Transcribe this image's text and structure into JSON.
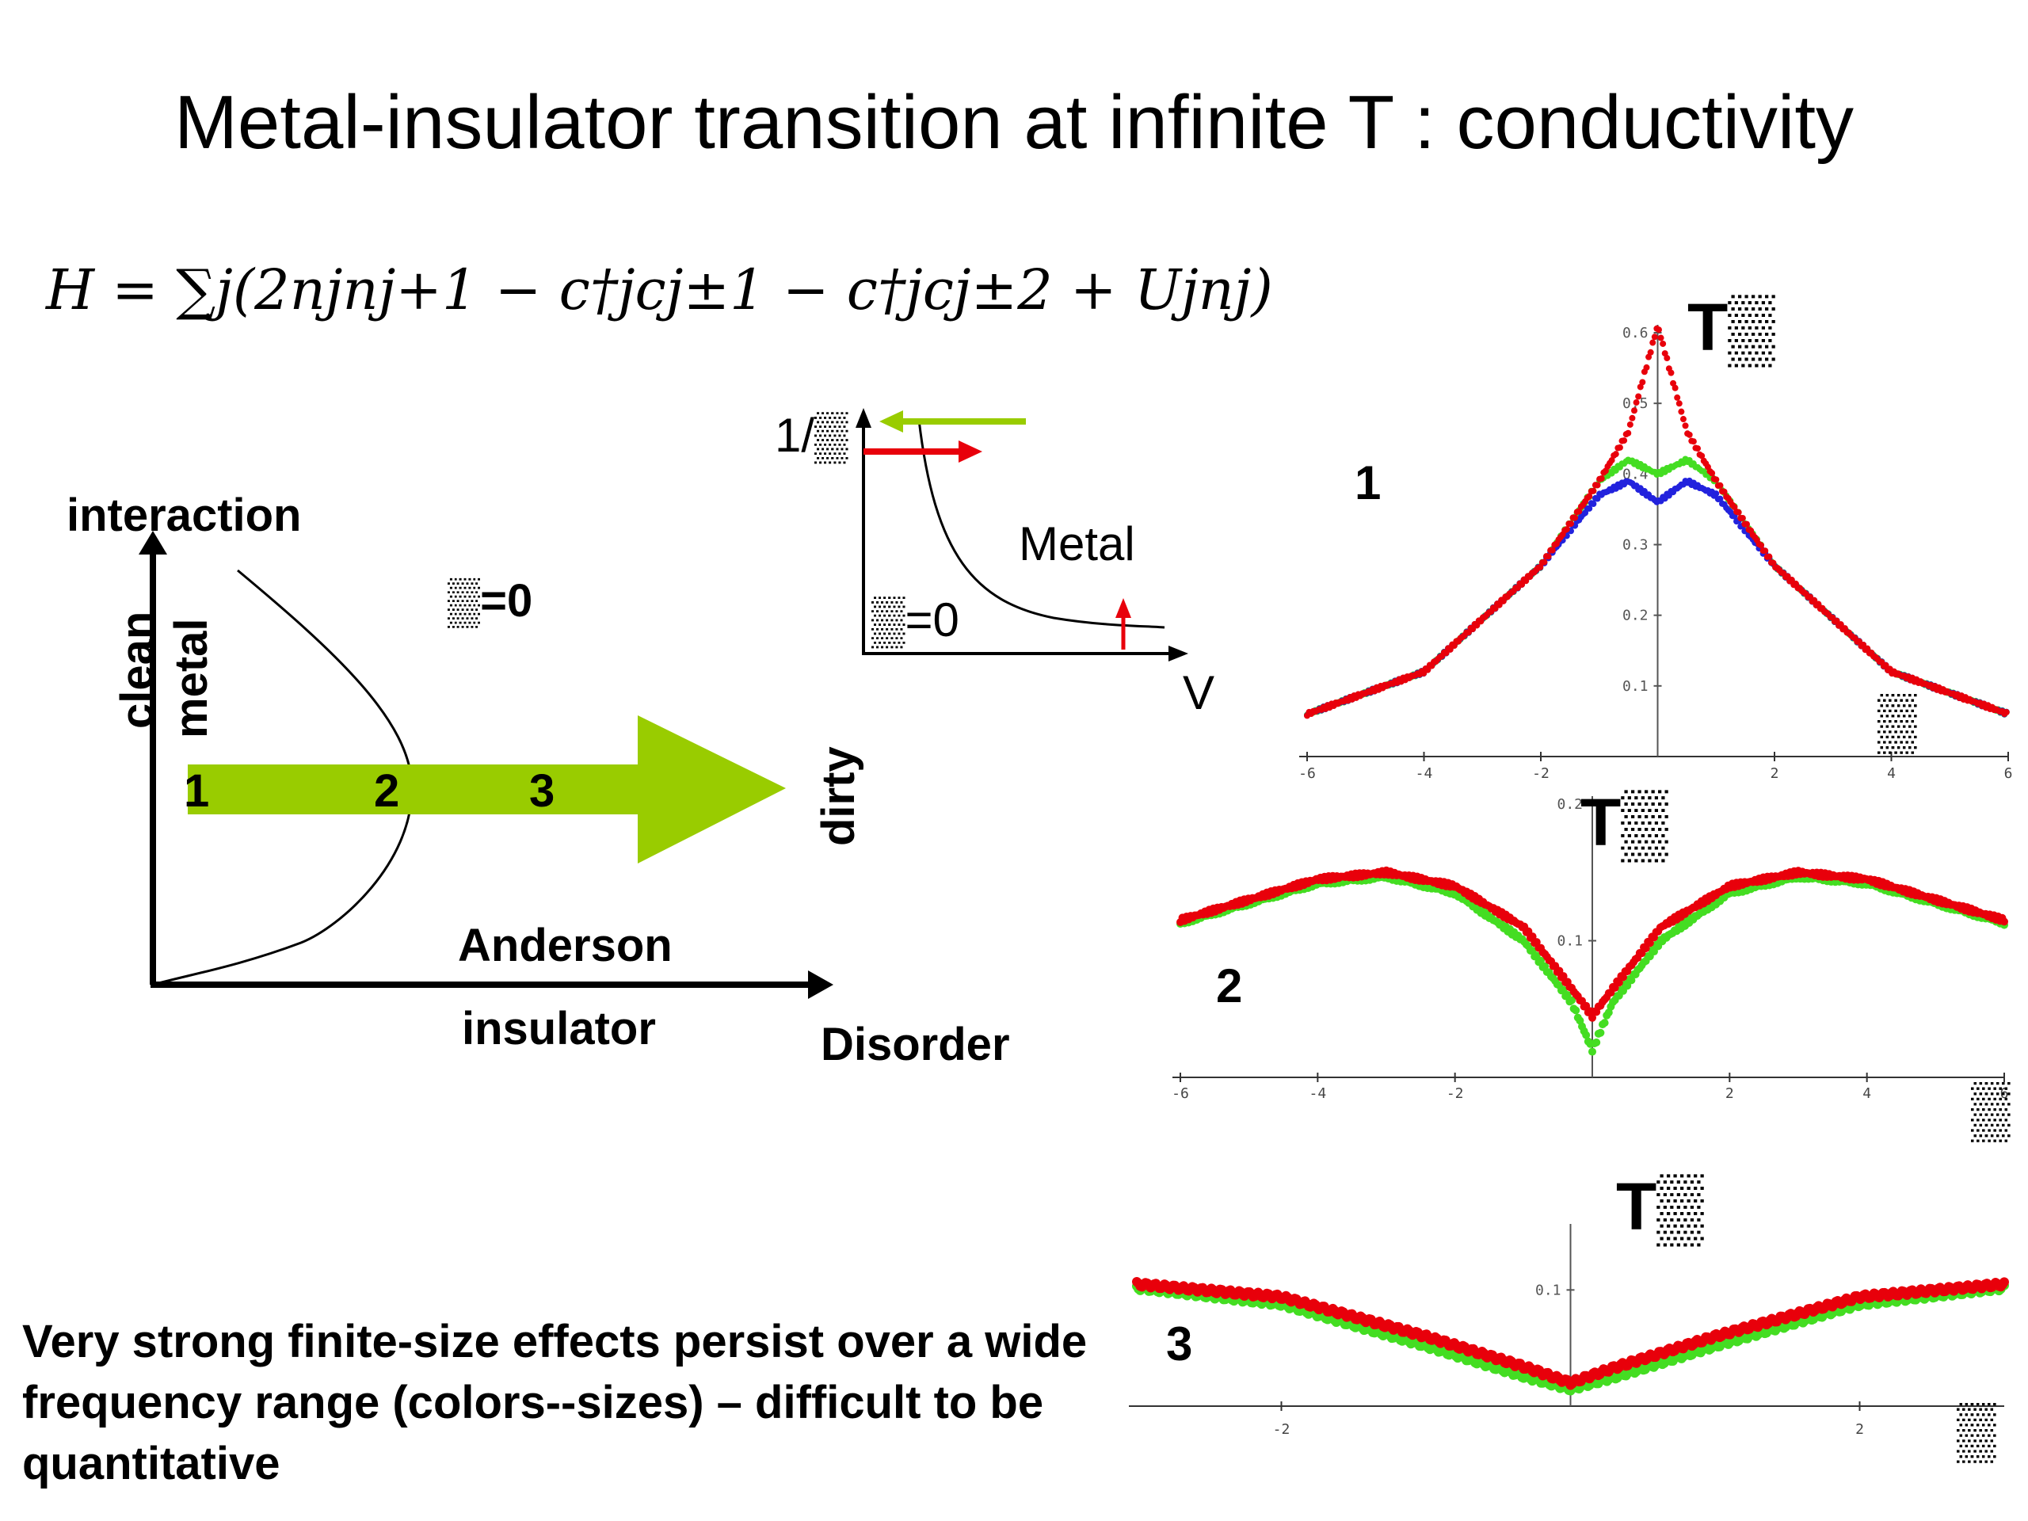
{
  "title": "Metal-insulator transition at infinite T : conductivity",
  "formula": "H = ∑j(2njnj+1 − c†jcj±1 − c†jcj±2 + Ujnj)",
  "phase_diagram": {
    "y_axis_label": "interaction",
    "clean_label": "clean",
    "metal_label": "metal",
    "sigma_zero_label": "▒=0",
    "dirty_label": "dirty",
    "anderson_label": "Anderson",
    "insulator_label": "insulator",
    "x_axis_label": "Disorder",
    "arrow_points": [
      "1",
      "2",
      "3"
    ],
    "arrow_color": "#99cc00"
  },
  "inset": {
    "y_axis_label": "1/▒",
    "x_axis_label": "V",
    "metal_label": "Metal",
    "sigma_zero_label": "▒=0",
    "arrow_colors": [
      "#99cc00",
      "#e8000b",
      "#e8000b"
    ]
  },
  "panels": [
    {
      "id": "1",
      "number_label": "1",
      "t_label": "T▒",
      "omega_label": "▒",
      "x_ticks": [
        "-6",
        "-4",
        "-2",
        "2",
        "4",
        "6"
      ],
      "y_ticks": [
        "0.1",
        "0.2",
        "0.3",
        "0.4",
        "0.5",
        "0.6"
      ]
    },
    {
      "id": "2",
      "number_label": "2",
      "t_label": "T▒",
      "omega_label": "▒",
      "x_ticks": [
        "-6",
        "-4",
        "-2",
        "2",
        "4",
        "6"
      ],
      "y_ticks": [
        "0.2",
        "0.1"
      ]
    },
    {
      "id": "3",
      "number_label": "3",
      "t_label": "T▒",
      "omega_label": "▒",
      "x_ticks": [
        "-2",
        "2"
      ],
      "y_ticks": [
        "0.1"
      ]
    }
  ],
  "series_colors": {
    "red": "#e8000b",
    "green": "#44dd22",
    "blue": "#2222dd"
  },
  "note": "Very strong finite-size effects persist over a wide frequency range (colors--sizes) – difficult to be quantitative",
  "chart_data": [
    {
      "type": "scatter",
      "title": "",
      "xlim": [
        -6,
        6
      ],
      "ylim": [
        0,
        0.6
      ],
      "series": [
        {
          "color": "red",
          "x": [
            -6,
            -4,
            -2,
            -1,
            -0.5,
            0,
            0.5,
            1,
            2,
            4,
            6
          ],
          "y": [
            0.06,
            0.12,
            0.27,
            0.39,
            0.46,
            0.61,
            0.46,
            0.39,
            0.27,
            0.12,
            0.06
          ]
        },
        {
          "color": "green",
          "x": [
            -6,
            -4,
            -2,
            -1,
            -0.5,
            0,
            0.5,
            1,
            2,
            4,
            6
          ],
          "y": [
            0.06,
            0.12,
            0.27,
            0.39,
            0.42,
            0.4,
            0.42,
            0.39,
            0.27,
            0.12,
            0.06
          ]
        },
        {
          "color": "blue",
          "x": [
            -6,
            -4,
            -2,
            -1,
            -0.5,
            0,
            0.5,
            1,
            2,
            4,
            6
          ],
          "y": [
            0.06,
            0.12,
            0.27,
            0.37,
            0.39,
            0.36,
            0.39,
            0.37,
            0.27,
            0.12,
            0.06
          ]
        }
      ]
    },
    {
      "type": "scatter",
      "title": "",
      "xlim": [
        -6,
        6
      ],
      "ylim": [
        0,
        0.2
      ],
      "series": [
        {
          "color": "red",
          "x": [
            -6,
            -4,
            -3,
            -2,
            -1,
            -0.3,
            0,
            0.3,
            1,
            2,
            3,
            4,
            6
          ],
          "y": [
            0.115,
            0.145,
            0.15,
            0.14,
            0.11,
            0.065,
            0.045,
            0.065,
            0.11,
            0.14,
            0.15,
            0.145,
            0.115
          ]
        },
        {
          "color": "green",
          "x": [
            -6,
            -4,
            -3,
            -2,
            -1,
            -0.3,
            0,
            0.3,
            1,
            2,
            3,
            4,
            6
          ],
          "y": [
            0.113,
            0.142,
            0.147,
            0.135,
            0.1,
            0.055,
            0.02,
            0.055,
            0.1,
            0.135,
            0.147,
            0.142,
            0.113
          ]
        }
      ]
    },
    {
      "type": "scatter",
      "title": "",
      "xlim": [
        -3,
        3
      ],
      "ylim": [
        0,
        0.15
      ],
      "series": [
        {
          "color": "red",
          "x": [
            -3,
            -2,
            -1,
            -0.3,
            0,
            0.3,
            1,
            2,
            3
          ],
          "y": [
            0.105,
            0.094,
            0.06,
            0.033,
            0.02,
            0.033,
            0.06,
            0.094,
            0.105
          ]
        },
        {
          "color": "green",
          "x": [
            -3,
            -2,
            -1,
            -0.3,
            0,
            0.3,
            1,
            2,
            3
          ],
          "y": [
            0.102,
            0.088,
            0.052,
            0.025,
            0.015,
            0.025,
            0.052,
            0.088,
            0.102
          ]
        }
      ]
    }
  ]
}
